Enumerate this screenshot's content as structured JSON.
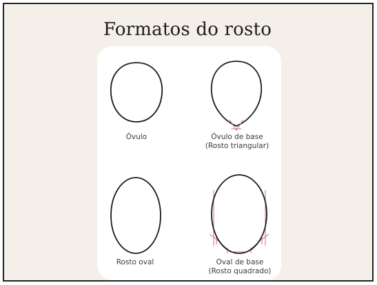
{
  "title": "Formatos do rosto",
  "faces": [
    {
      "label": "Óvulo"
    },
    {
      "label": "Óvulo de base",
      "sublabel": "(Rosto triangular)"
    },
    {
      "label": "Rosto oval"
    },
    {
      "label": "Oval de base",
      "sublabel": "(Rosto quadrado)"
    }
  ],
  "colors": {
    "outline": "#1a1a1a",
    "guide": "#c9707e",
    "frame_bg": "#f5efe9",
    "card_bg": "#ffffff"
  }
}
